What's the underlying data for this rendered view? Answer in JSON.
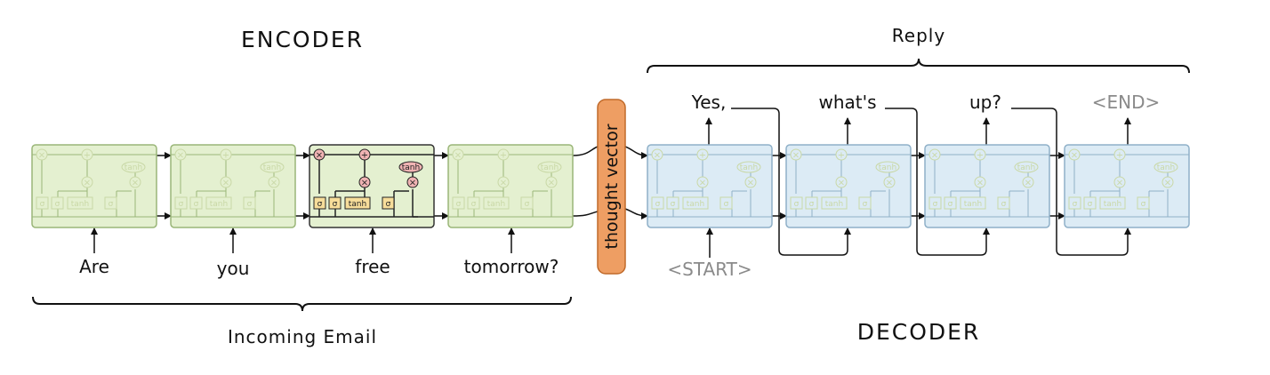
{
  "title_encoder": "ENCODER",
  "title_decoder": "DECODER",
  "brace_top_label": "Reply",
  "brace_bottom_label": "Incoming Email",
  "thought_vector": "thought vector",
  "encoder_inputs": [
    "Are",
    "you",
    "free",
    "tomorrow?"
  ],
  "decoder_input": "<START>",
  "decoder_outputs": [
    "Yes,",
    "what's",
    "up?",
    "<END>"
  ],
  "gates": {
    "sigma": "σ",
    "tanh": "tanh",
    "times": "×",
    "plus": "+"
  },
  "colors": {
    "encoder_fill": "#e4f0d0",
    "encoder_stroke": "#9ab678",
    "decoder_fill": "#dcebf5",
    "decoder_stroke": "#8fb0c8",
    "thought_fill": "#ee9e63",
    "thought_stroke": "#c06a2a",
    "gate_highlight_fill": "#f7dd9a",
    "op_highlight_fill": "#f0b3b3",
    "faded_gate": "#c9d8a6",
    "gray_text": "#8a8a8a"
  }
}
